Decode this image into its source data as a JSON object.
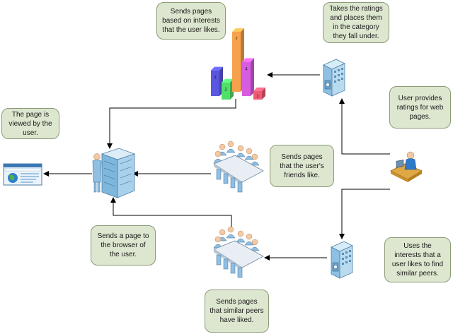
{
  "notes": {
    "sends_interests": "Sends pages based on interests that the user likes.",
    "takes_ratings": "Takes the ratings and places them in the category they fall under.",
    "viewed": "The page is viewed by the user.",
    "user_provides": "User provides ratings for web pages.",
    "friends": "Sends pages that the user's friends like.",
    "send_browser": "Sends a page to the browser of the user.",
    "uses_interests": "Uses the interests that a user likes to find similar peers.",
    "similar_peers": "Sends pages that similar peers have liked."
  },
  "chart": {
    "bars": [
      {
        "label": "3",
        "value": 3,
        "color": "#5a56e0"
      },
      {
        "label": "2",
        "value": 2,
        "color": "#4fe06a"
      },
      {
        "label": "7",
        "value": 7,
        "color": "#f6a24c"
      },
      {
        "label": "4",
        "value": 4,
        "color": "#d85ce0"
      },
      {
        "label": "1",
        "value": 1,
        "color": "#f05a73"
      }
    ]
  },
  "colors": {
    "note_fill": "#dde6cf",
    "note_border": "#8c9a78",
    "wire": "#000000",
    "building": "#9fcbe6"
  }
}
